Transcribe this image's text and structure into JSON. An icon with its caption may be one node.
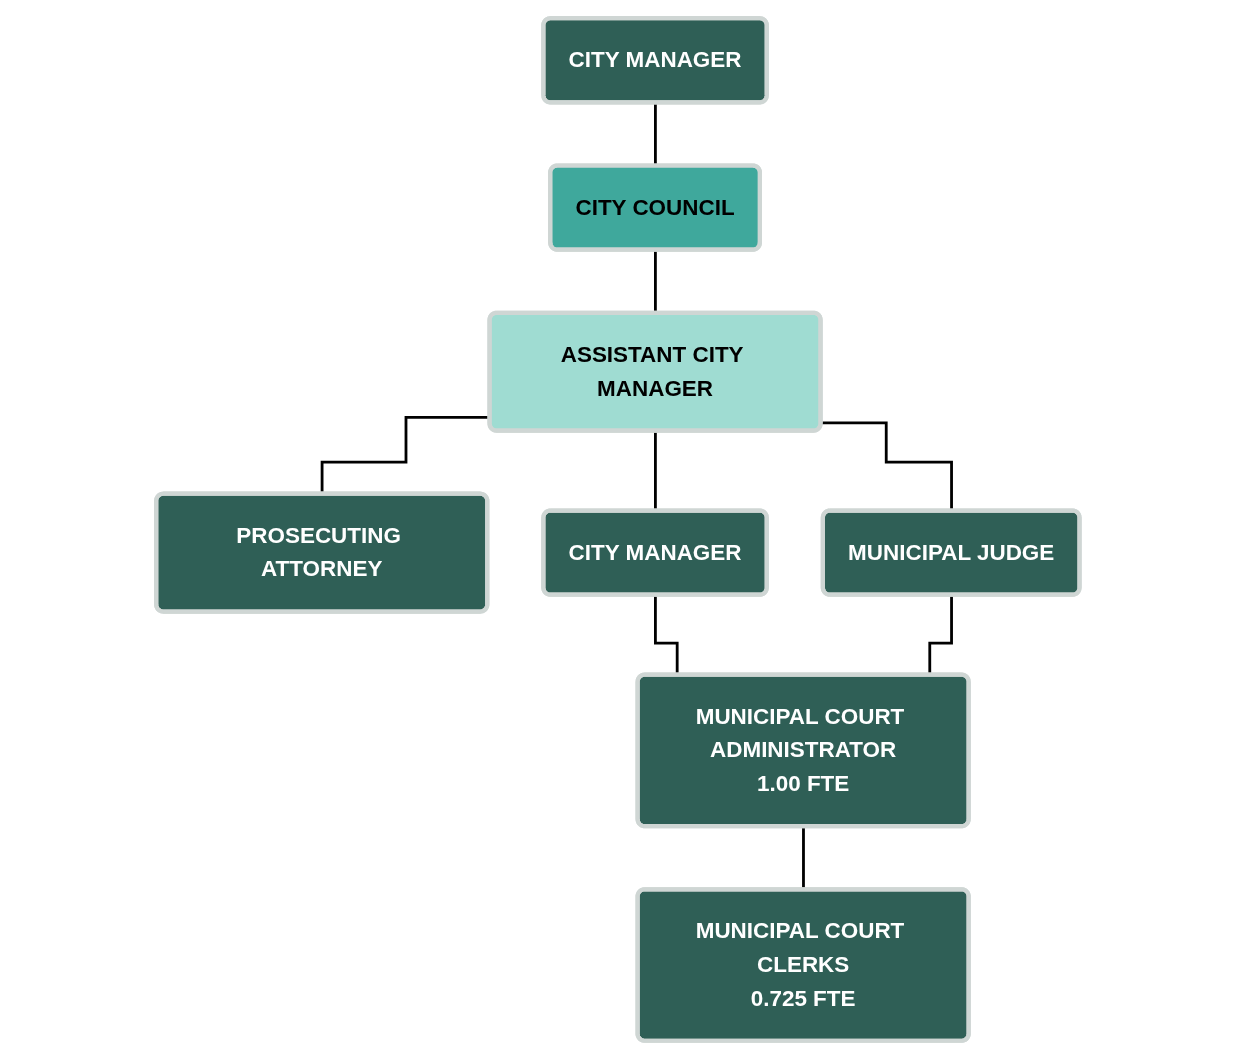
{
  "diagram": {
    "nodes": [
      {
        "text": [
          "CITY MANAGER"
        ]
      },
      {
        "text": [
          "CITY COUNCIL"
        ]
      },
      {
        "text": [
          "ASSISTANT CITY MANAGER"
        ]
      },
      {
        "text": [
          "PROSECUTING ATTORNEY"
        ]
      },
      {
        "text": [
          "CITY MANAGER"
        ]
      },
      {
        "text": [
          "MUNICIPAL JUDGE"
        ]
      },
      {
        "text": [
          "MUNICIPAL COURT ADMINISTRATOR",
          "1.00 FTE"
        ]
      },
      {
        "text": [
          "MUNICIPAL COURT CLERKS",
          "0.725 FTE"
        ]
      }
    ],
    "edges": [
      {
        "from": 0,
        "to": 1,
        "arrow": "none"
      },
      {
        "from": 1,
        "to": 2,
        "arrow": "none"
      },
      {
        "from": 2,
        "to": 3,
        "arrow": "none"
      },
      {
        "from": 2,
        "to": 4,
        "arrow": "none"
      },
      {
        "from": 2,
        "to": 5,
        "arrow": "none"
      },
      {
        "from": 4,
        "to": 6,
        "arrow": "none"
      },
      {
        "from": 5,
        "to": 6,
        "arrow": "none"
      },
      {
        "from": 6,
        "to": 7,
        "arrow": "none"
      }
    ]
  }
}
